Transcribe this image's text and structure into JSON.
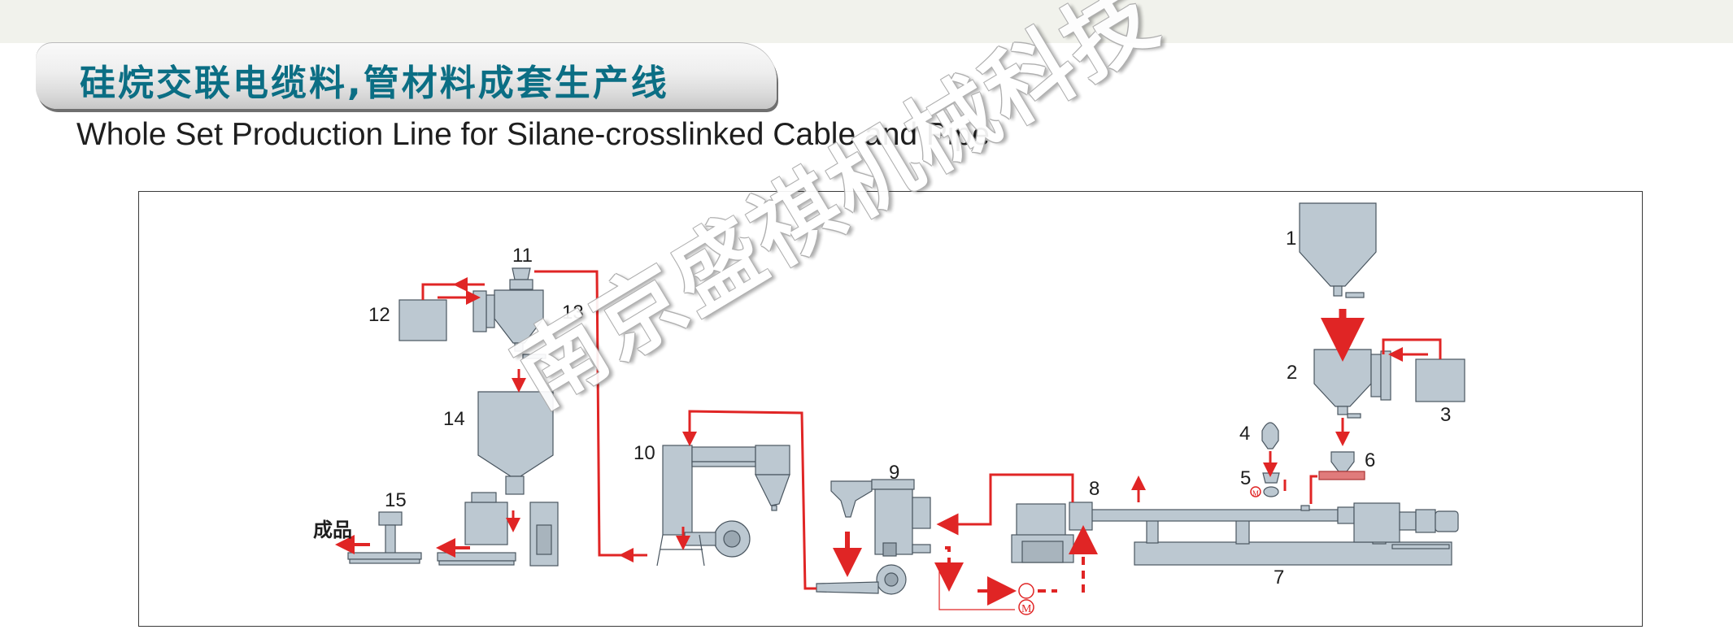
{
  "title": {
    "cn": "硅烷交联电缆料,管材料成套生产线",
    "en": "Whole Set Production Line for Silane-crosslinked Cable and Pipe"
  },
  "watermark": "南京盛祺机械科技",
  "diagram": {
    "labels": [
      "1",
      "2",
      "3",
      "4",
      "5",
      "6",
      "7",
      "8",
      "9",
      "10",
      "11",
      "12",
      "13",
      "14",
      "15"
    ],
    "product_label": "成品",
    "motor_symbol": "M"
  },
  "colors": {
    "equipment": "#bcc8d1",
    "flow_line": "#e02525",
    "title_text": "#0b6e84"
  }
}
